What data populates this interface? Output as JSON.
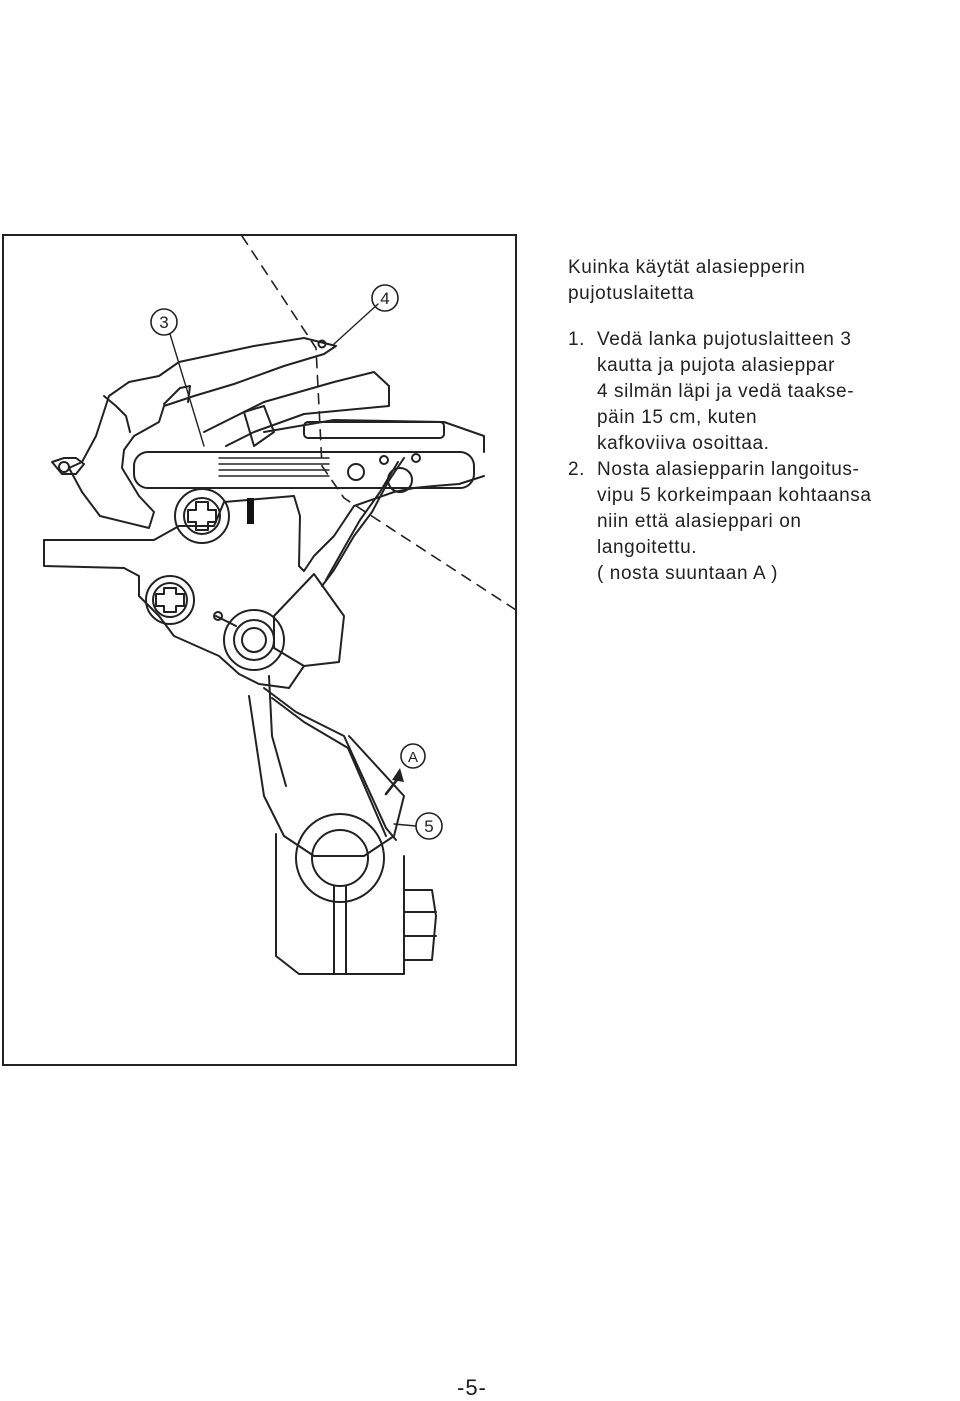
{
  "instructions": {
    "title_lines": [
      "Kuinka käytät alasiepperin",
      "pujotuslaitetta"
    ],
    "steps": [
      {
        "number": "1.",
        "lines": [
          "Vedä lanka pujotuslaitteen 3",
          "kautta ja pujota alasieppar",
          "4 silmän läpi ja vedä taakse-",
          "päin 15 cm, kuten",
          "kafkoviiva osoittaa."
        ]
      },
      {
        "number": "2.",
        "lines": [
          "Nosta alasiepparin langoitus-",
          "vipu 5 korkeimpaan kohtaansa",
          "niin että alasieppari on",
          "langoitettu.",
          "( nosta suuntaan A )"
        ]
      }
    ]
  },
  "figure": {
    "callouts": {
      "part_3": "3",
      "part_4": "4",
      "part_5": "5",
      "direction_a": "A"
    }
  },
  "page_number": "-5-"
}
